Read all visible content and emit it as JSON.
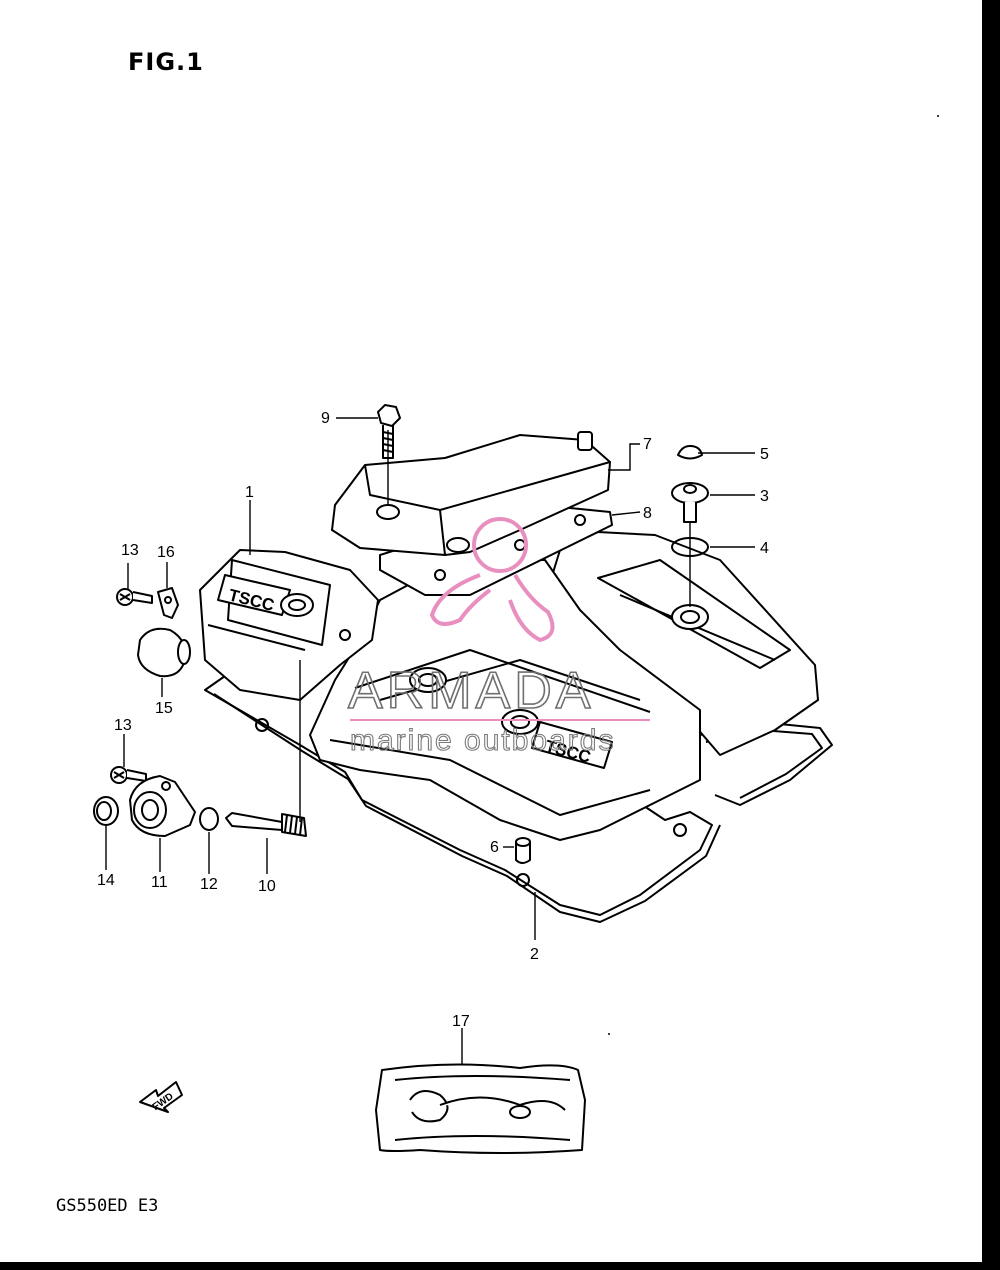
{
  "figure": {
    "title": "FIG.1",
    "model_code": "GS550ED  E3"
  },
  "callouts": [
    {
      "id": "1",
      "label": "1"
    },
    {
      "id": "2",
      "label": "2"
    },
    {
      "id": "3",
      "label": "3"
    },
    {
      "id": "4",
      "label": "4"
    },
    {
      "id": "5",
      "label": "5"
    },
    {
      "id": "6",
      "label": "6"
    },
    {
      "id": "7",
      "label": "7"
    },
    {
      "id": "8",
      "label": "8"
    },
    {
      "id": "9",
      "label": "9"
    },
    {
      "id": "10",
      "label": "10"
    },
    {
      "id": "11",
      "label": "11"
    },
    {
      "id": "12",
      "label": "12"
    },
    {
      "id": "13a",
      "label": "13"
    },
    {
      "id": "13b",
      "label": "13"
    },
    {
      "id": "14",
      "label": "14"
    },
    {
      "id": "15",
      "label": "15"
    },
    {
      "id": "16",
      "label": "16"
    },
    {
      "id": "17",
      "label": "17"
    }
  ],
  "cover_emblem": "TSCC",
  "fwd_arrow_label": "FWD",
  "watermark": {
    "title": "ARMADA",
    "subtitle": "marine outboards",
    "accent": "#e88fbf"
  },
  "colors": {
    "line": "#000000",
    "background": "#ffffff"
  }
}
